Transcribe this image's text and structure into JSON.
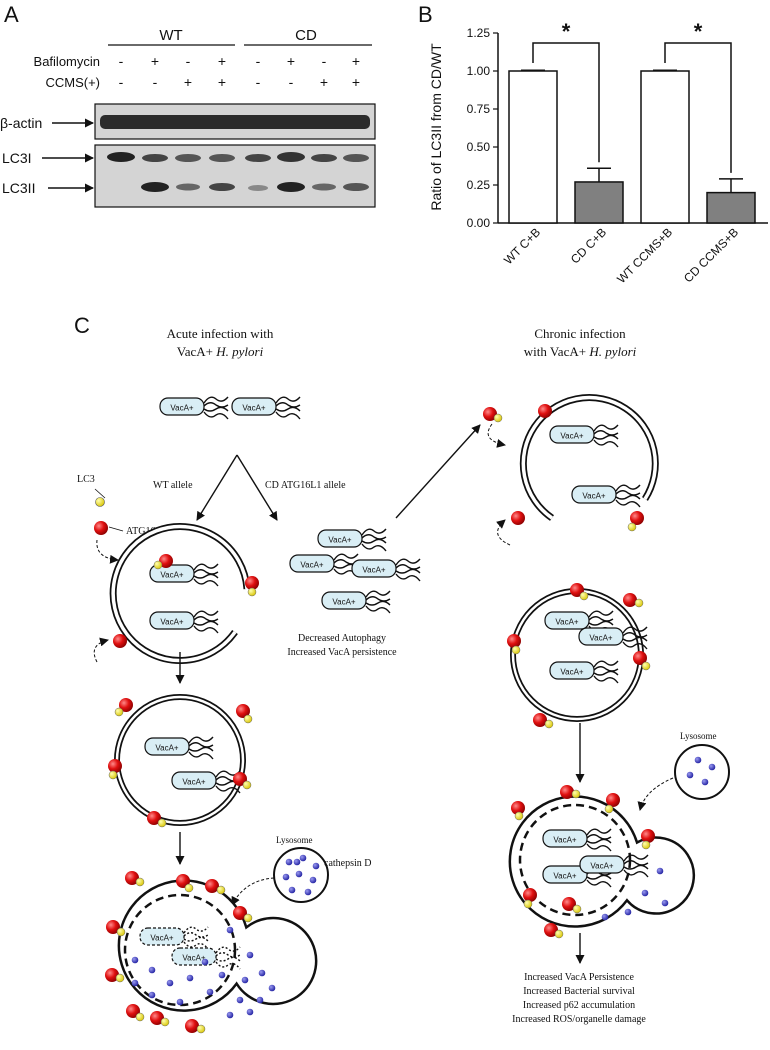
{
  "panel_a": {
    "letter": "A",
    "group_wt": "WT",
    "group_cd": "CD",
    "row_bafilomycin": "Bafilomycin",
    "row_ccms": "CCMS(+)",
    "bafilomycin_signs": [
      "-",
      "+",
      "-",
      "+",
      "-",
      "+",
      "-",
      "+"
    ],
    "ccms_signs": [
      "-",
      "-",
      "+",
      "+",
      "-",
      "-",
      "+",
      "+"
    ],
    "band_actin": "β-actin",
    "band_lc3i": "LC3I",
    "band_lc3ii": "LC3II"
  },
  "panel_b": {
    "letter": "B",
    "significance": [
      "*",
      "*"
    ],
    "bar_colors": [
      "#ffffff",
      "#808080",
      "#ffffff",
      "#808080"
    ]
  },
  "chart_data": {
    "type": "bar",
    "categories": [
      "WT C+B",
      "CD C+B",
      "WT CCMS+B",
      "CD CCMS+B"
    ],
    "values": [
      1.0,
      0.27,
      1.0,
      0.2
    ],
    "errors": [
      0.005,
      0.09,
      0.005,
      0.09
    ],
    "ylabel": "Ratio of LC3II from CD/WT",
    "yticks": [
      "0.00",
      "0.25",
      "0.50",
      "0.75",
      "1.00",
      "1.25"
    ],
    "ylim": [
      0,
      1.25
    ]
  },
  "panel_c": {
    "letter": "C",
    "acute_title_1": "Acute infection with",
    "acute_title_2_a": "VacA+ ",
    "acute_title_2_b": "H. pylori",
    "chronic_title_1": "Chronic infection",
    "chronic_title_2_a": "with VacA+  ",
    "chronic_title_2_b": "H. pylori",
    "bacterium_label": "VacA+",
    "lc3_label": "LC3",
    "atg16_label": "ATG16",
    "wt_allele": "WT allele",
    "cd_allele": "CD ATG16L1 allele",
    "decreased_1": "Decreased Autophagy",
    "decreased_2": "Increased VacA persistence",
    "lysosome_left": "Lysosome",
    "cathepsin": "cathepsin D",
    "lysosome_right": "Lysosome",
    "outcomes": [
      "Increased VacA Persistence",
      "Increased Bacterial survival",
      "Increased p62 accumulation",
      "Increased ROS/organelle damage"
    ],
    "colors": {
      "atg16": "#e01010",
      "lc3": "#f2e70a",
      "bacterium": "#d9eef5",
      "cathepsin": "#3b3bc8"
    }
  }
}
